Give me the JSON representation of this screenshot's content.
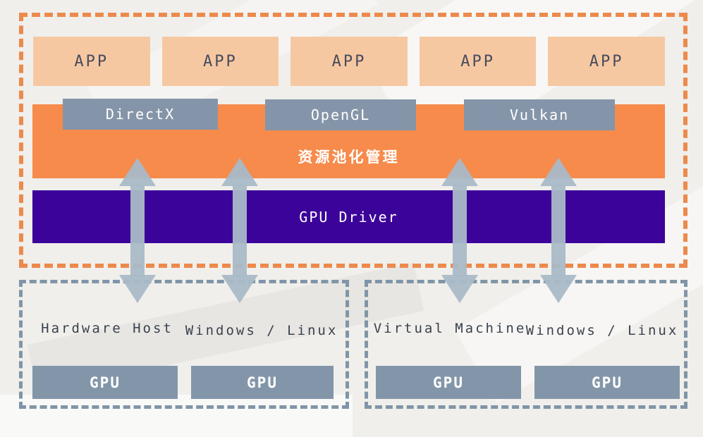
{
  "colors": {
    "background": "#f0efeb",
    "pool_frame_dash": "#ec8a4c",
    "host_frame_dash": "#8095a7",
    "app_box": "#f6c8a2",
    "pool_bar": "#f68b4b",
    "api_box": "#8595a9",
    "driver_bar": "#3c039a",
    "gpu_box": "#8396a9",
    "arrow": "#a9b9c7",
    "text_dark": "#3b424e"
  },
  "diagram": {
    "apps": [
      "APP",
      "APP",
      "APP",
      "APP",
      "APP"
    ],
    "apis": [
      "DirectX",
      "OpenGL",
      "Vulkan"
    ],
    "pool_label": "资源池化管理",
    "driver_label": "GPU Driver",
    "hosts": [
      {
        "title": "Hardware Host",
        "os": "Windows / Linux",
        "gpus": [
          "GPU",
          "GPU"
        ]
      },
      {
        "title": "Virtual Machine",
        "os": "Windows / Linux",
        "gpus": [
          "GPU",
          "GPU"
        ]
      }
    ]
  }
}
